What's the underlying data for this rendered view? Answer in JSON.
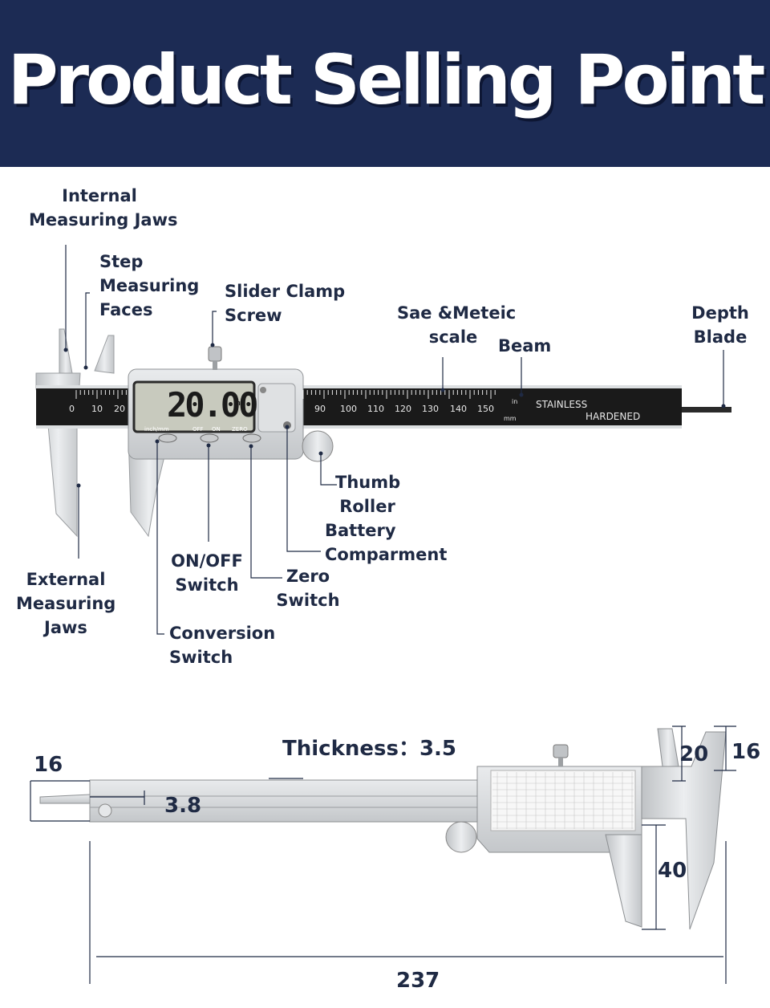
{
  "header": {
    "title": "Product Selling Point"
  },
  "caliper": {
    "display_value": "20.00",
    "display_unit": "mm",
    "button_labels": [
      "inch/mm",
      "OFF",
      "ON",
      "ZERO"
    ],
    "beam_text_1": "STAINLESS",
    "beam_text_2": "HARDENED",
    "unit_in": "in",
    "unit_mm": "mm",
    "mm_scale": [
      "0",
      "10",
      "20",
      "90",
      "100",
      "110",
      "120",
      "130",
      "140",
      "150"
    ]
  },
  "labels": {
    "internal_jaws": [
      "Internal",
      "Measuring Jaws"
    ],
    "step_faces": [
      "Step",
      "Measuring",
      "Faces"
    ],
    "slider_clamp": [
      "Slider Clamp",
      "Screw"
    ],
    "sae_scale": [
      "Sae &Meteic",
      "scale"
    ],
    "beam": [
      "Beam"
    ],
    "depth_blade": [
      "Depth",
      "Blade"
    ],
    "thumb_roller": [
      "Thumb",
      "Roller"
    ],
    "battery": [
      "Battery",
      "Comparment"
    ],
    "on_off": [
      "ON/OFF",
      "Switch"
    ],
    "zero": [
      "Zero",
      "Switch"
    ],
    "external_jaws": [
      "External",
      "Measuring",
      "Jaws"
    ],
    "conversion": [
      "Conversion",
      "Switch"
    ]
  },
  "dimensions": {
    "thickness": "Thickness：3.5",
    "blade_height": "16",
    "depth_thickness": "3.8",
    "inner_jaw": "20",
    "outer_top": "16",
    "jaw_depth": "40",
    "overall_length": "237"
  },
  "colors": {
    "header_bg": "#1c2b54",
    "label_text": "#1f2a44",
    "beam_black": "#1a1a1a",
    "steel": "#d4d6d8"
  }
}
